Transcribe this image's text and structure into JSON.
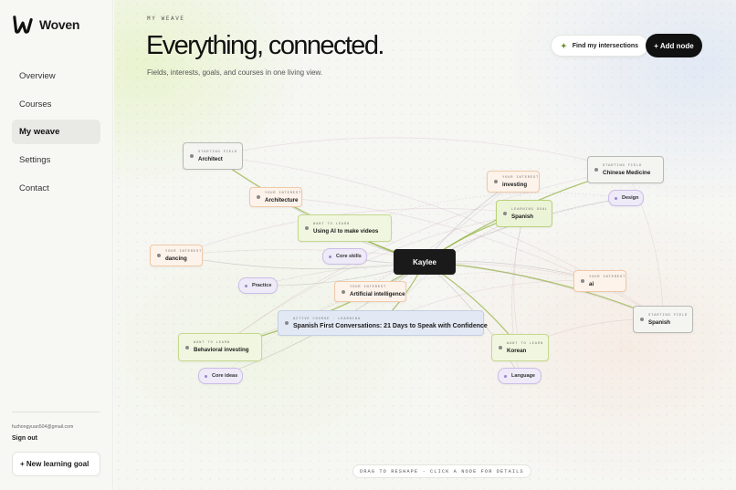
{
  "app": {
    "name": "Woven"
  },
  "sidebar": {
    "items": [
      {
        "label": "Overview",
        "active": false
      },
      {
        "label": "Courses",
        "active": false
      },
      {
        "label": "My weave",
        "active": true
      },
      {
        "label": "Settings",
        "active": false
      },
      {
        "label": "Contact",
        "active": false
      }
    ],
    "email": "fuzhongyuan504@gmail.com",
    "sign_out": "Sign out",
    "new_goal": "+ New learning goal"
  },
  "header": {
    "eyebrow": "MY WEAVE",
    "title": "Everything, connected.",
    "subtitle": "Fields, interests, goals, and courses in one living view.",
    "intersections_button": "Find my intersections",
    "add_node_button": "+ Add node"
  },
  "hint": "DRAG TO RESHAPE · CLICK A NODE FOR DETAILS",
  "graph": {
    "center": {
      "label": "Kaylee"
    },
    "nodes": [
      {
        "id": "architect",
        "kind": "field",
        "kicker": "STARTING FIELD",
        "label": "Architect"
      },
      {
        "id": "architecture",
        "kind": "interest",
        "kicker": "YOUR INTEREST",
        "label": "Architecture"
      },
      {
        "id": "ai-videos",
        "kind": "want",
        "kicker": "WANT TO LEARN",
        "label": "Using AI to make videos"
      },
      {
        "id": "core-skills",
        "kind": "chip",
        "kicker": "",
        "label": "Core skills"
      },
      {
        "id": "dancing",
        "kind": "interest",
        "kicker": "YOUR INTEREST",
        "label": "dancing"
      },
      {
        "id": "practice",
        "kind": "chip",
        "kicker": "",
        "label": "Practice"
      },
      {
        "id": "ai-interest",
        "kind": "interest",
        "kicker": "YOUR INTEREST",
        "label": "Artificial intelligence"
      },
      {
        "id": "course",
        "kind": "course",
        "kicker": "ACTIVE COURSE · LEARNING",
        "label": "Spanish First Conversations: 21 Days to Speak with Confidence"
      },
      {
        "id": "behavioral",
        "kind": "want",
        "kicker": "WANT TO LEARN",
        "label": "Behavioral investing"
      },
      {
        "id": "core-ideas",
        "kind": "chip",
        "kicker": "",
        "label": "Core ideas"
      },
      {
        "id": "investing",
        "kind": "interest",
        "kicker": "YOUR INTEREST",
        "label": "investing"
      },
      {
        "id": "goal-spanish",
        "kind": "goal",
        "kicker": "LEARNING GOAL",
        "label": "Spanish"
      },
      {
        "id": "chinese-medicine",
        "kind": "field",
        "kicker": "STARTING FIELD",
        "label": "Chinese Medicine"
      },
      {
        "id": "design",
        "kind": "chip",
        "kicker": "",
        "label": "Design"
      },
      {
        "id": "ai-short",
        "kind": "interest",
        "kicker": "YOUR INTEREST",
        "label": "ai"
      },
      {
        "id": "field-spanish",
        "kind": "field",
        "kicker": "STARTING FIELD",
        "label": "Spanish"
      },
      {
        "id": "korean",
        "kind": "want",
        "kicker": "WANT TO LEARN",
        "label": "Korean"
      },
      {
        "id": "language",
        "kind": "chip",
        "kicker": "",
        "label": "Language"
      }
    ]
  }
}
